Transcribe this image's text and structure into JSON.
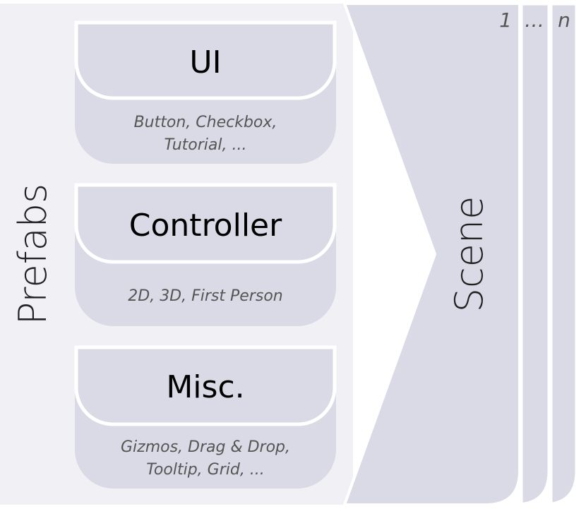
{
  "prefabs_label": "Prefabs",
  "scene_label": "Scene",
  "scene_pages": {
    "first": "1",
    "ellipsis": "…",
    "last": "n"
  },
  "categories": [
    {
      "title": "UI",
      "desc_line1": "Button, Checkbox,",
      "desc_line2": "Tutorial, ..."
    },
    {
      "title": "Controller",
      "desc_line1": "2D, 3D, First Person",
      "desc_line2": ""
    },
    {
      "title": "Misc.",
      "desc_line1": "Gizmos, Drag & Drop,",
      "desc_line2": "Tooltip, Grid, ..."
    }
  ],
  "colors": {
    "panel": "#f1f1f5",
    "shape": "#d9dae6",
    "outline": "#ffffff"
  }
}
